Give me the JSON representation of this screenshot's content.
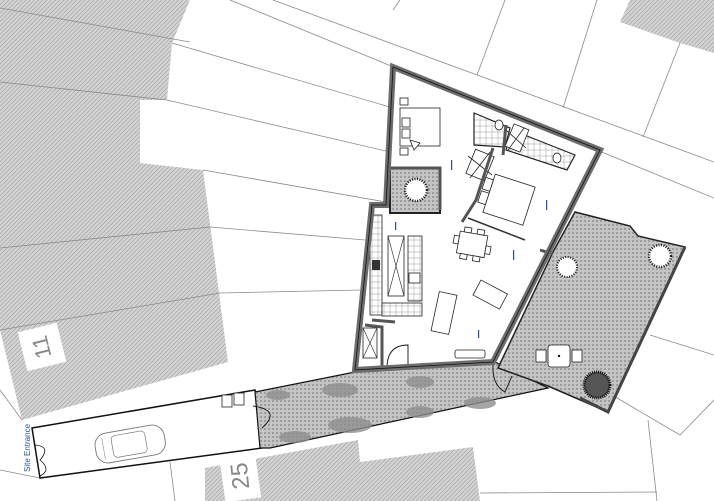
{
  "labels": {
    "site_entrance": "Site Entrance",
    "plot_number_left": "11",
    "plot_number_bottom": "25"
  },
  "colors": {
    "wall": "#6c6c6c",
    "hatch": "#a9a9a9",
    "label_text": "#2a4fa0"
  }
}
